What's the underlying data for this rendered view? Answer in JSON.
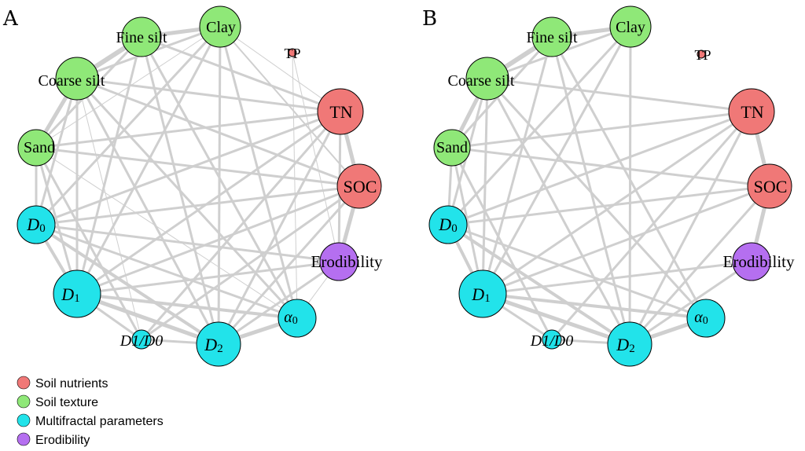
{
  "panels": [
    {
      "id": "A",
      "letter": "A"
    },
    {
      "id": "B",
      "letter": "B"
    }
  ],
  "groups": {
    "nutrients": {
      "label": "Soil nutrients",
      "color": "#f07877"
    },
    "texture": {
      "label": "Soil texture",
      "color": "#8fe878"
    },
    "multifractal": {
      "label": "Multifractal parameters",
      "color": "#22e3ea"
    },
    "erodibility": {
      "label": "Erodibility",
      "color": "#b56ff0"
    }
  },
  "legend_order": [
    "nutrients",
    "texture",
    "multifractal",
    "erodibility"
  ],
  "nodes": [
    {
      "id": "finesilt",
      "text": "Fine silt",
      "group": "texture"
    },
    {
      "id": "clay",
      "text": "Clay",
      "group": "texture"
    },
    {
      "id": "tp",
      "text": "TP",
      "group": "nutrients"
    },
    {
      "id": "coarsesilt",
      "text": "Coarse silt",
      "group": "texture"
    },
    {
      "id": "tn",
      "text": "TN",
      "group": "nutrients"
    },
    {
      "id": "sand",
      "text": "Sand",
      "group": "texture"
    },
    {
      "id": "soc",
      "text": "SOC",
      "group": "nutrients"
    },
    {
      "id": "d0",
      "text": "D0",
      "group": "multifractal",
      "base": "D",
      "sub": "0"
    },
    {
      "id": "erod",
      "text": "Erodibility",
      "group": "erodibility"
    },
    {
      "id": "d1",
      "text": "D1",
      "group": "multifractal",
      "base": "D",
      "sub": "1"
    },
    {
      "id": "alpha0",
      "text": "α0",
      "group": "multifractal",
      "base": "α",
      "sub": "0"
    },
    {
      "id": "d1d0",
      "text": "D1/D0",
      "group": "multifractal"
    },
    {
      "id": "d2",
      "text": "D2",
      "group": "multifractal",
      "base": "D",
      "sub": "2"
    }
  ]
}
